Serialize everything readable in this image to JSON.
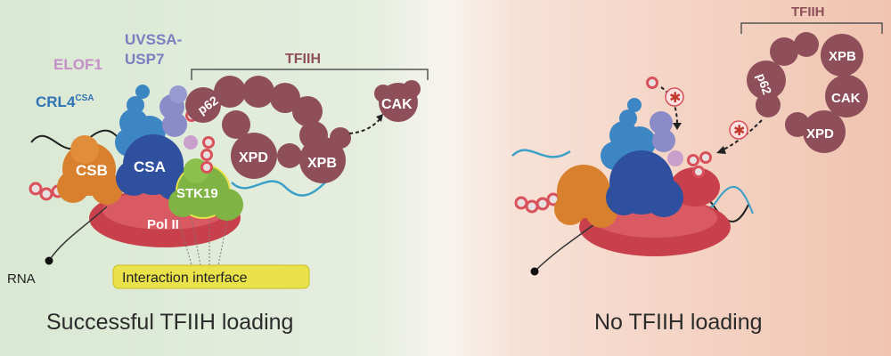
{
  "colors": {
    "left_bg": "#dde9d6",
    "right_bg": "#f2c9b6",
    "tfiih_bead": "#8e4e5a",
    "csb": "#d8802e",
    "csa": "#2f4f9f",
    "crl4": "#3c86c4",
    "uvssa": "#8b8bc7",
    "elof1": "#c9a0cc",
    "stk19": "#7fb343",
    "pol2": "#c8404c",
    "ub": "#d9515a",
    "interface_box": "#e9e24a"
  },
  "left": {
    "label_uvssa_line1": "UVSSA-",
    "label_uvssa_line2": "USP7",
    "label_elof1": "ELOF1",
    "label_crl4": "CRL4",
    "label_crl4_sup": "CSA",
    "label_tfiih": "TFIIH",
    "label_p62": "p62",
    "label_xpd": "XPD",
    "label_xpb": "XPB",
    "label_cak": "CAK",
    "label_csb": "CSB",
    "label_csa": "CSA",
    "label_stk19": "STK19",
    "label_pol2": "Pol II",
    "label_rna": "RNA",
    "label_interface": "Interaction interface",
    "caption": "Successful TFIIH loading"
  },
  "right": {
    "label_tfiih": "TFIIH",
    "label_xpb": "XPB",
    "label_p62": "p62",
    "label_cak": "CAK",
    "label_xpd": "XPD",
    "caption": "No TFIIH loading"
  }
}
